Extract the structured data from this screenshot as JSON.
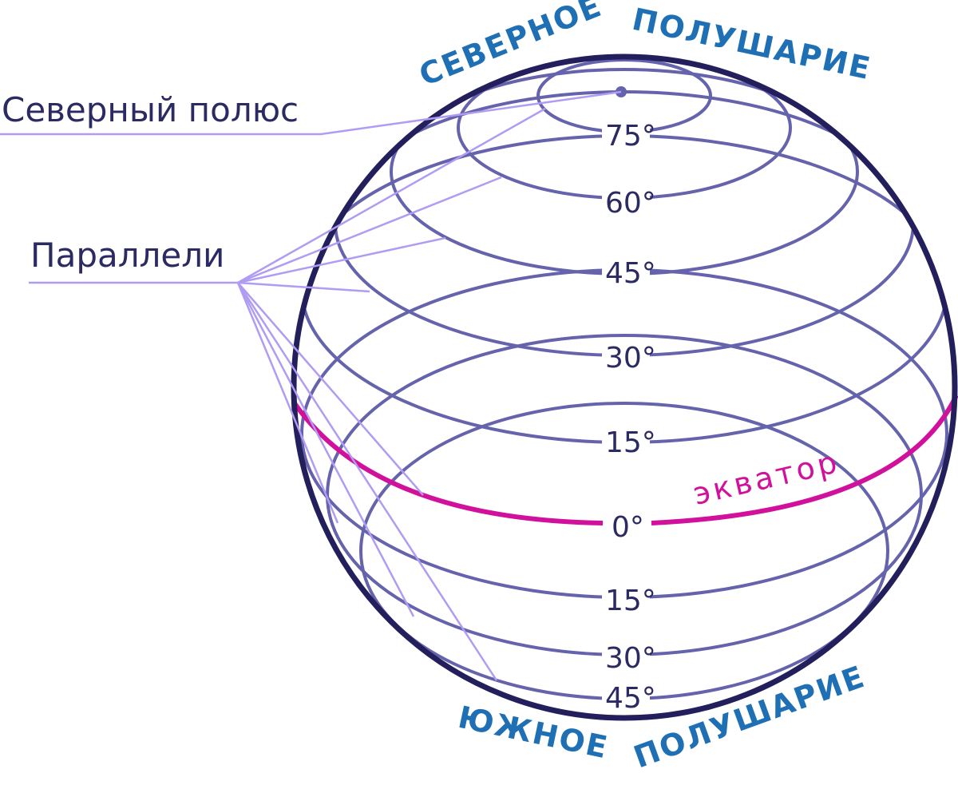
{
  "labels": {
    "north_pole": "Северный полюс",
    "parallels": "Параллели",
    "equator": "экватор",
    "northern_hemisphere_1": "СЕВЕРНОЕ",
    "northern_hemisphere_2": "ПОЛУШАРИЕ",
    "southern_hemisphere_1": "ЮЖНОЕ",
    "southern_hemisphere_2": "ПОЛУШАРИЕ"
  },
  "degrees": {
    "n75": "75°",
    "n60": "60°",
    "n45": "45°",
    "n30": "30°",
    "n15": "15°",
    "eq": "0°",
    "s15": "15°",
    "s30": "30°",
    "s45": "45°"
  },
  "colors": {
    "globe_outline": "#231f5c",
    "parallel": "#6663ad",
    "equator": "#d1119b",
    "leader": "#b09cf2",
    "hemisphere_text": "#1f6fb5",
    "label_text": "#2b2a63"
  }
}
